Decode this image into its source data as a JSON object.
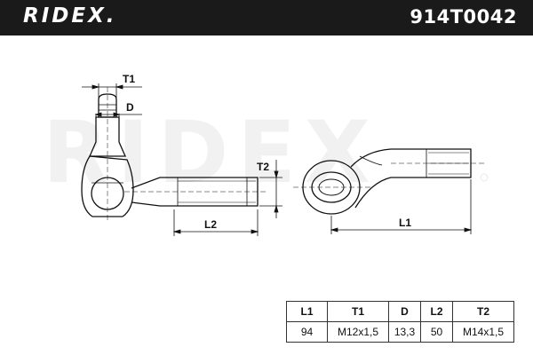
{
  "header": {
    "brand": "RIDEX.",
    "part_number": "914T0042"
  },
  "watermark": "RIDEX",
  "dimension_labels": {
    "t1": "T1",
    "d": "D",
    "t2": "T2",
    "l2": "L2",
    "l1": "L1"
  },
  "specs": {
    "headers": [
      "L1",
      "T1",
      "D",
      "L2",
      "T2"
    ],
    "values": [
      "94",
      "M12x1,5",
      "13,3",
      "50",
      "M14x1,5"
    ]
  }
}
